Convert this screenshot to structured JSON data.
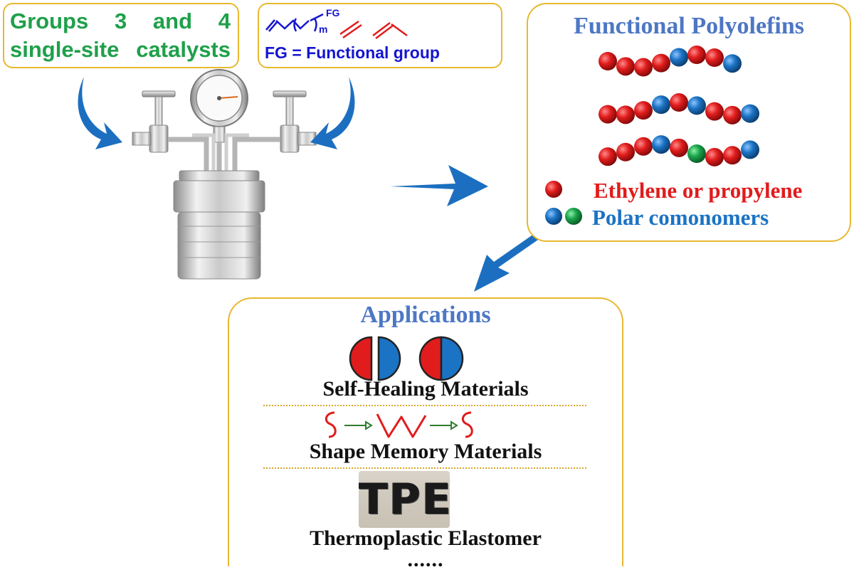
{
  "catalysts": {
    "line1": "Groups 3 and 4",
    "line2": "single-site catalysts"
  },
  "monomers": {
    "fg_superscript": "FG",
    "m_subscript": "m",
    "fg_definition": "FG = Functional group"
  },
  "polyolefins": {
    "title": "Functional Polyolefins",
    "legend": [
      {
        "label": "Ethylene or propylene",
        "colors": [
          "#e11c1c"
        ]
      },
      {
        "label": "Polar comonomers",
        "colors": [
          "#1b73c4",
          "#19a34a"
        ]
      }
    ],
    "chains": [
      [
        "red",
        "red",
        "red",
        "red",
        "blue",
        "red",
        "red",
        "blue"
      ],
      [
        "red",
        "red",
        "red",
        "blue",
        "red",
        "blue",
        "red",
        "red",
        "blue"
      ],
      [
        "red",
        "red",
        "red",
        "blue",
        "red",
        "green",
        "red",
        "red",
        "blue"
      ]
    ]
  },
  "applications": {
    "title": "Applications",
    "items": [
      {
        "label": "Self-Healing Materials"
      },
      {
        "label": "Shape Memory Materials"
      },
      {
        "label": "Thermoplastic Elastomer",
        "photo_text": "TPE"
      }
    ],
    "ellipsis": "......"
  },
  "colors": {
    "box_border": "#e8b830",
    "arrow": "#1c6fc0",
    "red": "#e11c1c",
    "blue": "#1b73c4",
    "green": "#19a34a",
    "catalyst_text": "#1fa04a",
    "monomer_text": "#1515d0",
    "title_blue": "#4d77c4"
  }
}
